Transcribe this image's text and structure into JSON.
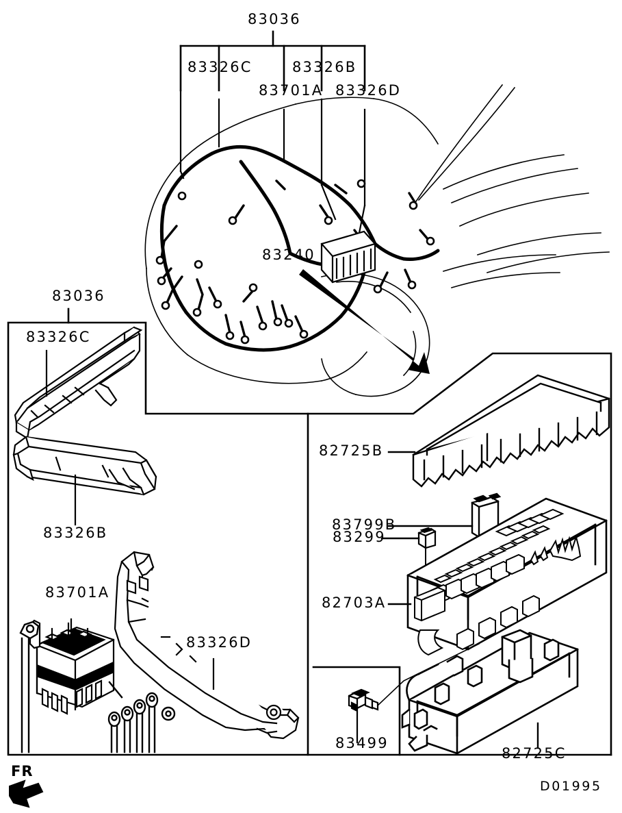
{
  "diagram": {
    "drawing_number": "D01995",
    "orientation_marker": "FR",
    "title_part": "83036"
  },
  "callouts": {
    "top_group_label": "83036",
    "top_items": [
      "83326C",
      "83326B",
      "83701A",
      "83326D"
    ],
    "harness_main": "83240",
    "left_panel_group": "83036",
    "left_panel_items": [
      "83326C",
      "83326B",
      "83701A",
      "83326D"
    ],
    "right_panel_items": [
      "82725B",
      "83799B",
      "83299",
      "82703A",
      "82725C"
    ],
    "fastener_item": "83499"
  },
  "labels": {
    "top_83036": "83036",
    "top_83326C": "83326C",
    "top_83326B": "83326B",
    "top_83701A": "83701A",
    "top_83326D": "83326D",
    "harness_83240": "83240",
    "panel_83036": "83036",
    "panel_83326C": "83326C",
    "panel_83326B": "83326B",
    "panel_83701A": "83701A",
    "panel_83326D": "83326D",
    "fuse_82725B": "82725B",
    "fuse_83799B": "83799B",
    "fuse_83299": "83299",
    "fuse_82703A": "82703A",
    "fuse_82725C": "82725C",
    "bolt_83499": "83499",
    "fr_marker": "FR",
    "drawing_id": "D01995"
  },
  "colors": {
    "line": "#000000",
    "background": "#ffffff"
  }
}
